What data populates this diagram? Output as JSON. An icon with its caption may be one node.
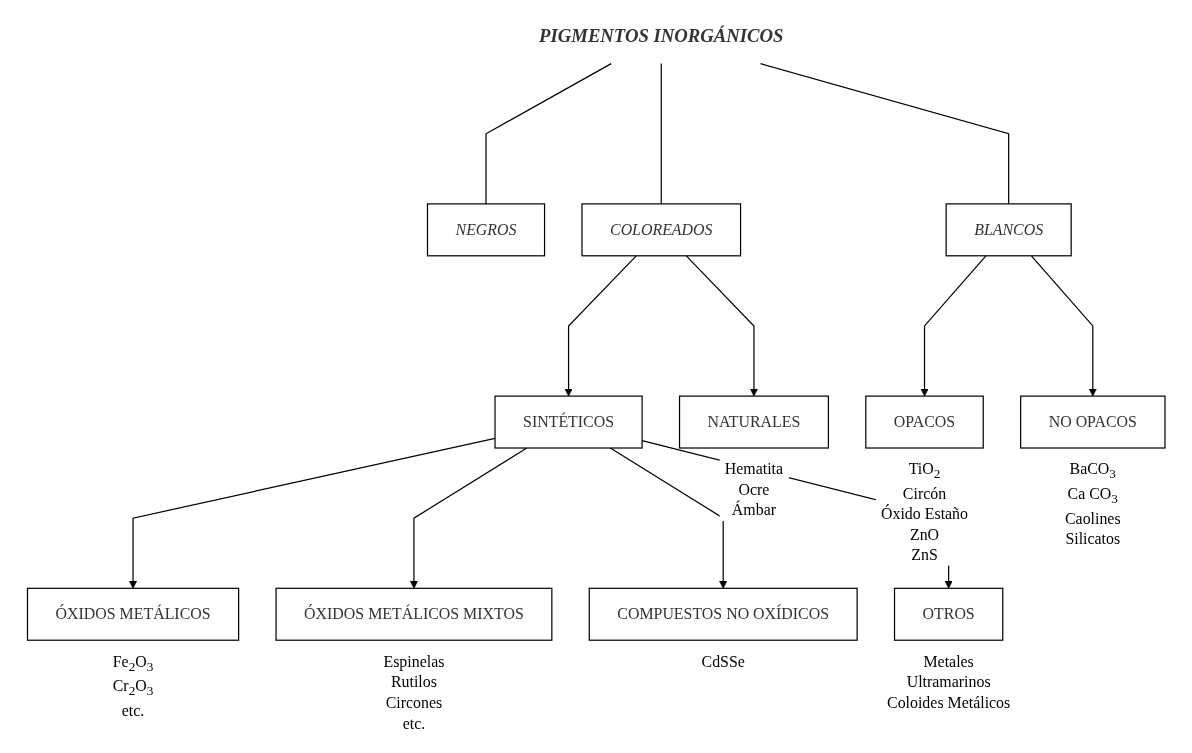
{
  "diagram": {
    "nodes": [
      {
        "text": [
          "PIGMENTOS INORGÁNICOS"
        ]
      },
      {
        "text": [
          "NEGROS"
        ]
      },
      {
        "text": [
          "COLOREADOS"
        ]
      },
      {
        "text": [
          "BLANCOS"
        ]
      },
      {
        "text": [
          "SINTÉTICOS"
        ]
      },
      {
        "text": [
          "NATURALES"
        ],
        "beside": [
          "Hematita",
          "Ocre",
          "Ámbar"
        ]
      },
      {
        "text": [
          "OPACOS"
        ],
        "beside": [
          "TiO$_{2}$",
          "Circón",
          "Óxido Estaño",
          "ZnO",
          "ZnS"
        ]
      },
      {
        "text": [
          "NO OPACOS"
        ],
        "beside": [
          "BaCO$_{3}$",
          "Ca CO$_{3}$",
          "Caolines",
          "Silicatos"
        ]
      },
      {
        "text": [
          "ÓXIDOS METÁLICOS"
        ],
        "beside": [
          "Fe$_{2}$O$_{3}$",
          "Cr$_{2}$O$_{3}$",
          "etc."
        ]
      },
      {
        "text": [
          "ÓXIDOS METÁLICOS MIXTOS"
        ],
        "beside": [
          "Espinelas",
          "Rutilos",
          "Circones",
          "etc."
        ]
      },
      {
        "text": [
          "COMPUESTOS NO OXÍDICOS"
        ],
        "beside": [
          "CdSSe"
        ]
      },
      {
        "text": [
          "OTROS"
        ],
        "beside": [
          "Metales",
          "Ultramarinos",
          "Coloides Metálicos"
        ]
      }
    ],
    "edges": [
      {
        "from": 0,
        "to": 1,
        "arrow": "none"
      },
      {
        "from": 0,
        "to": 2,
        "arrow": "none"
      },
      {
        "from": 0,
        "to": 3,
        "arrow": "none"
      },
      {
        "from": 2,
        "to": 4,
        "arrow": "to"
      },
      {
        "from": 2,
        "to": 5,
        "arrow": "to"
      },
      {
        "from": 3,
        "to": 6,
        "arrow": "to"
      },
      {
        "from": 3,
        "to": 7,
        "arrow": "to"
      },
      {
        "from": 4,
        "to": 8,
        "arrow": "to"
      },
      {
        "from": 4,
        "to": 9,
        "arrow": "to"
      },
      {
        "from": 4,
        "to": 10,
        "arrow": "to"
      },
      {
        "from": 4,
        "to": 11,
        "arrow": "to"
      }
    ]
  }
}
